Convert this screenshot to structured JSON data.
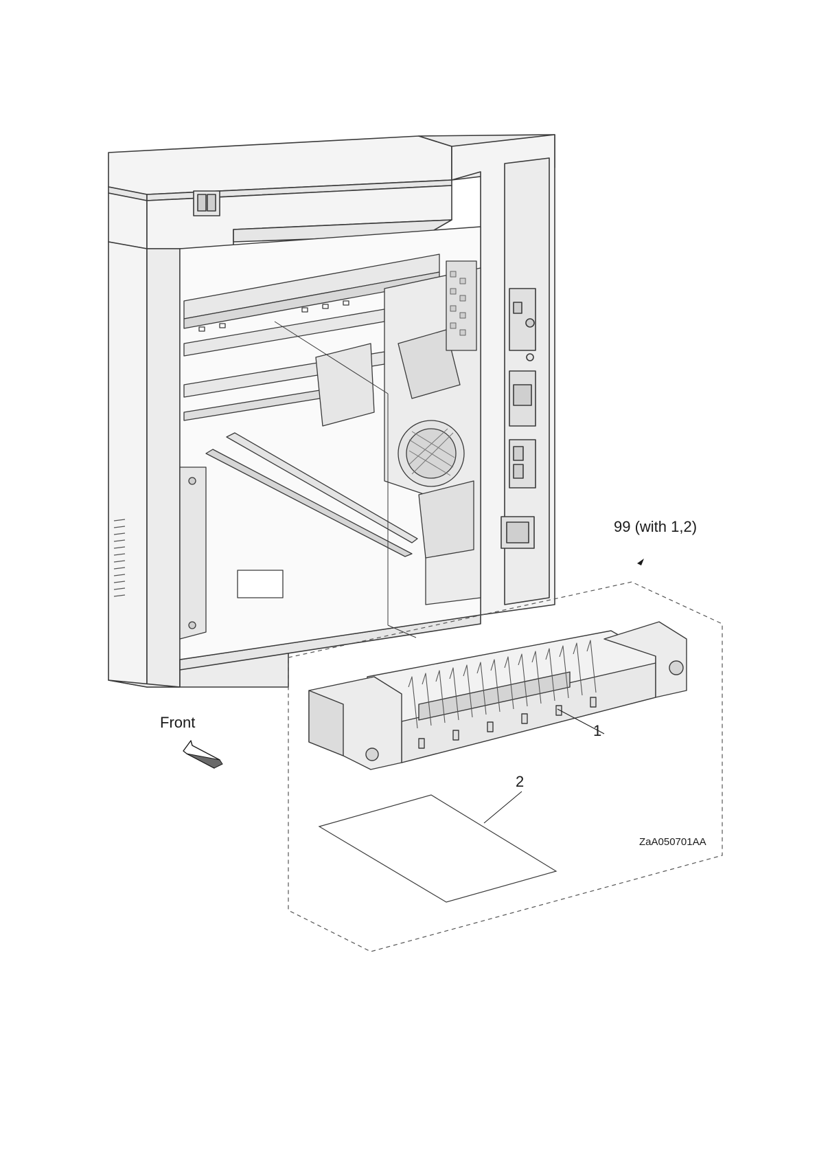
{
  "callouts": {
    "assembly": "99 (with 1,2)",
    "part_1": "1",
    "part_2": "2"
  },
  "direction": {
    "label": "Front"
  },
  "figure_code": "ZaA050701AA",
  "colors": {
    "line": "#3a3a3a",
    "light_line": "#8a8a8a",
    "fill_body": "#f4f4f4",
    "fill_panel": "#e6e6e6",
    "fill_dark": "#cfcfcf"
  },
  "icons": {
    "front_arrow": "front-arrow-icon",
    "assembly_marker": "arrowhead-icon"
  }
}
